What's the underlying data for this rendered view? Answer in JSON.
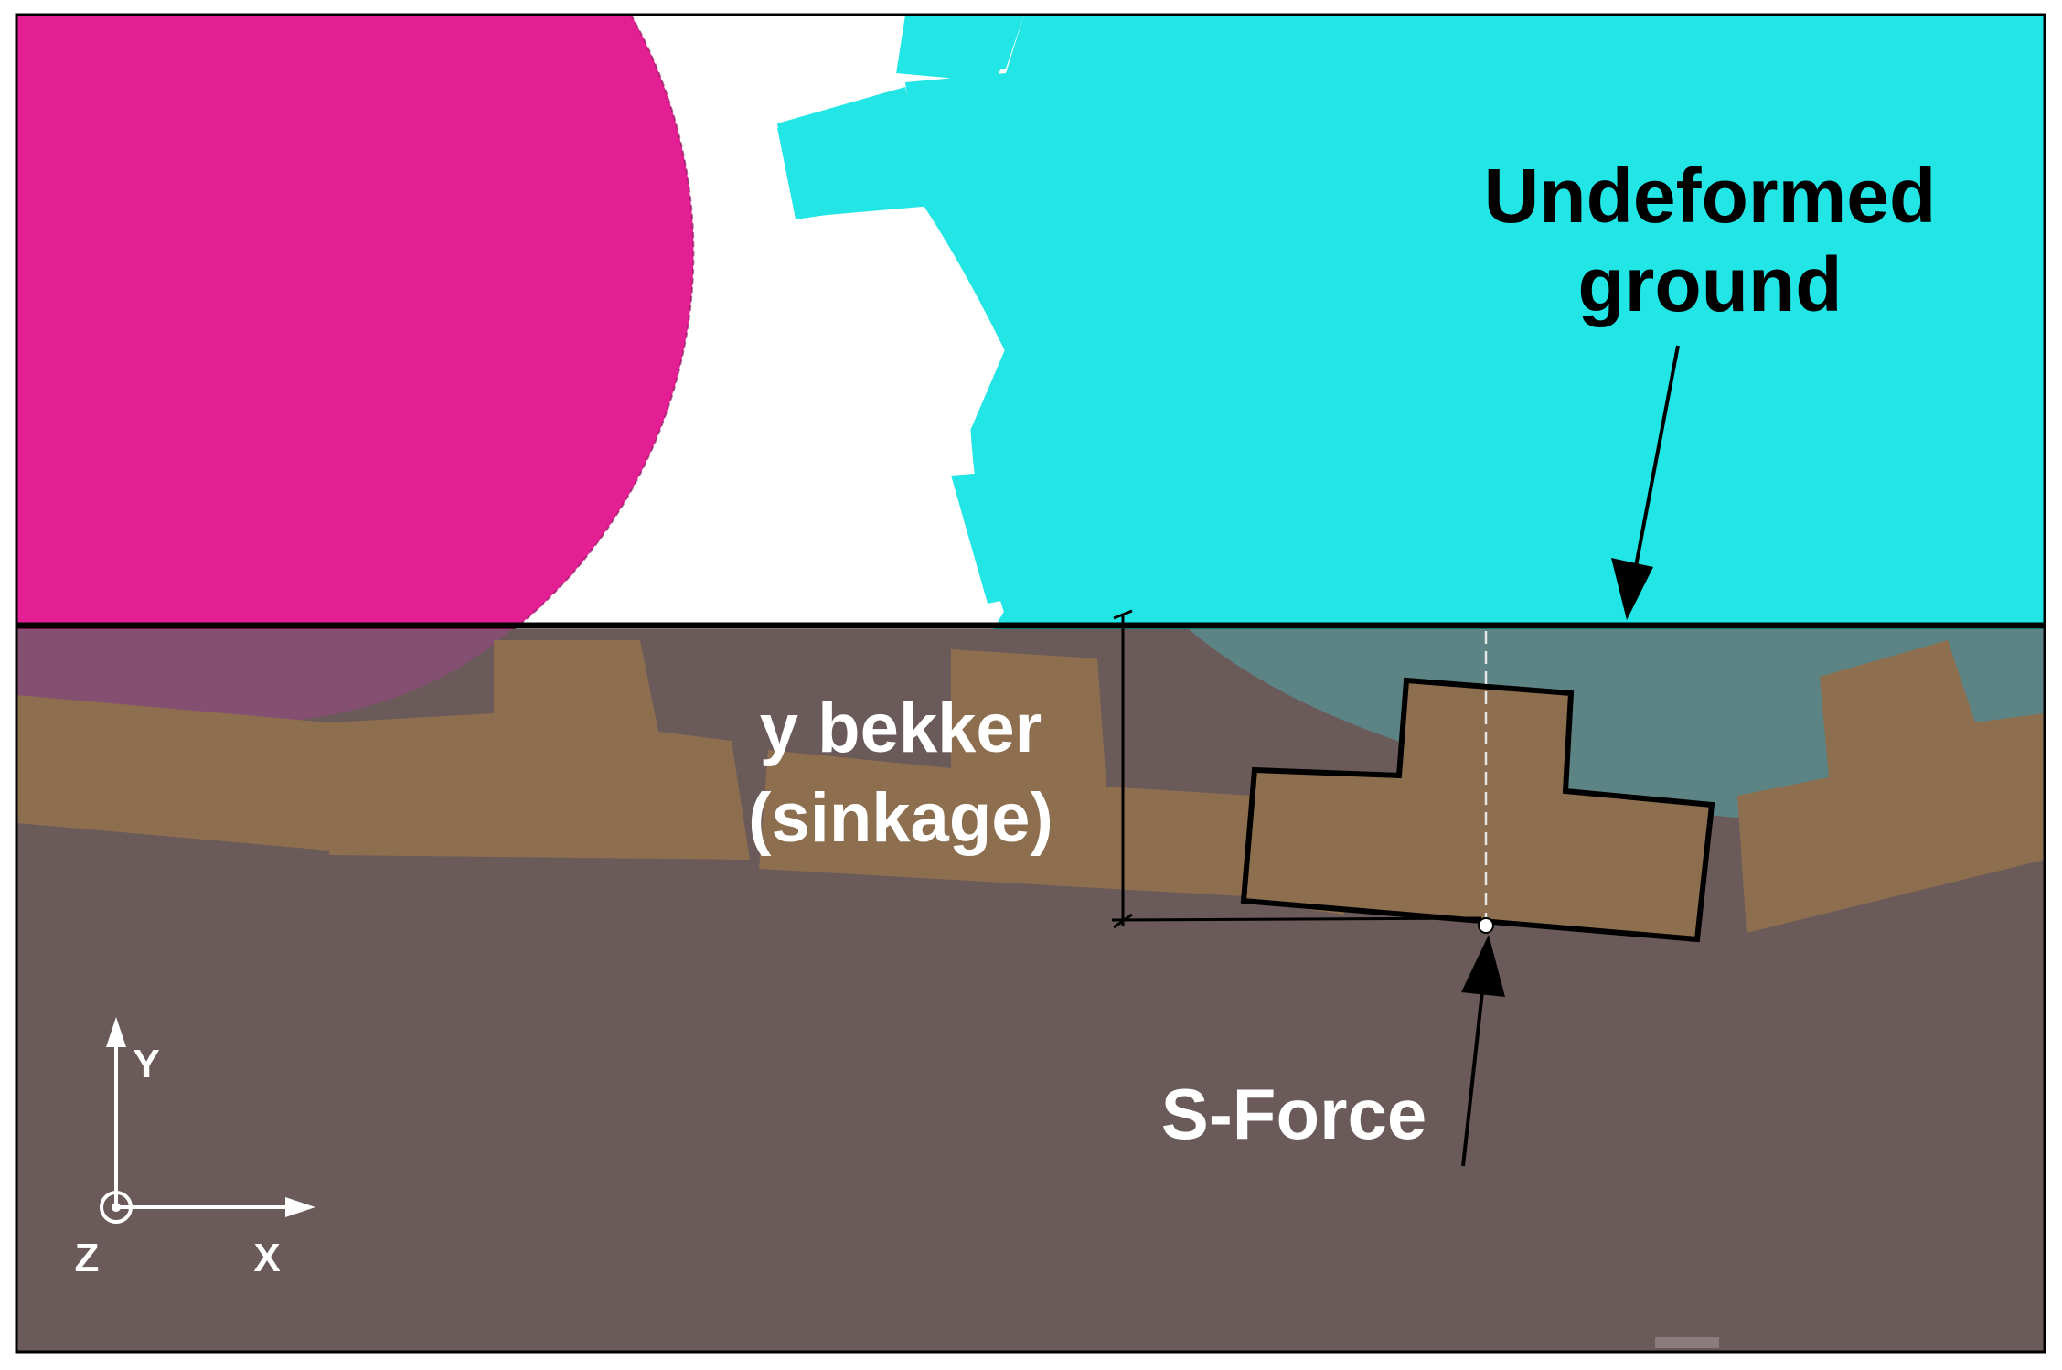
{
  "labels": {
    "undeformed_ground_line1": "Undeformed",
    "undeformed_ground_line2": "ground",
    "y_bekker_line1": "y bekker",
    "y_bekker_line2": "(sinkage)",
    "s_force": "S-Force"
  },
  "axes": {
    "y": "Y",
    "x": "X",
    "z": "Z"
  },
  "colors": {
    "magenta_wheel": "#e31f93",
    "cyan_wheel": "#22e5e5",
    "soil": "#6a5a5a",
    "track_shoe": "#8d6e4f",
    "sky": "#ffffff",
    "outline": "#000000",
    "label_white": "#ffffff"
  }
}
